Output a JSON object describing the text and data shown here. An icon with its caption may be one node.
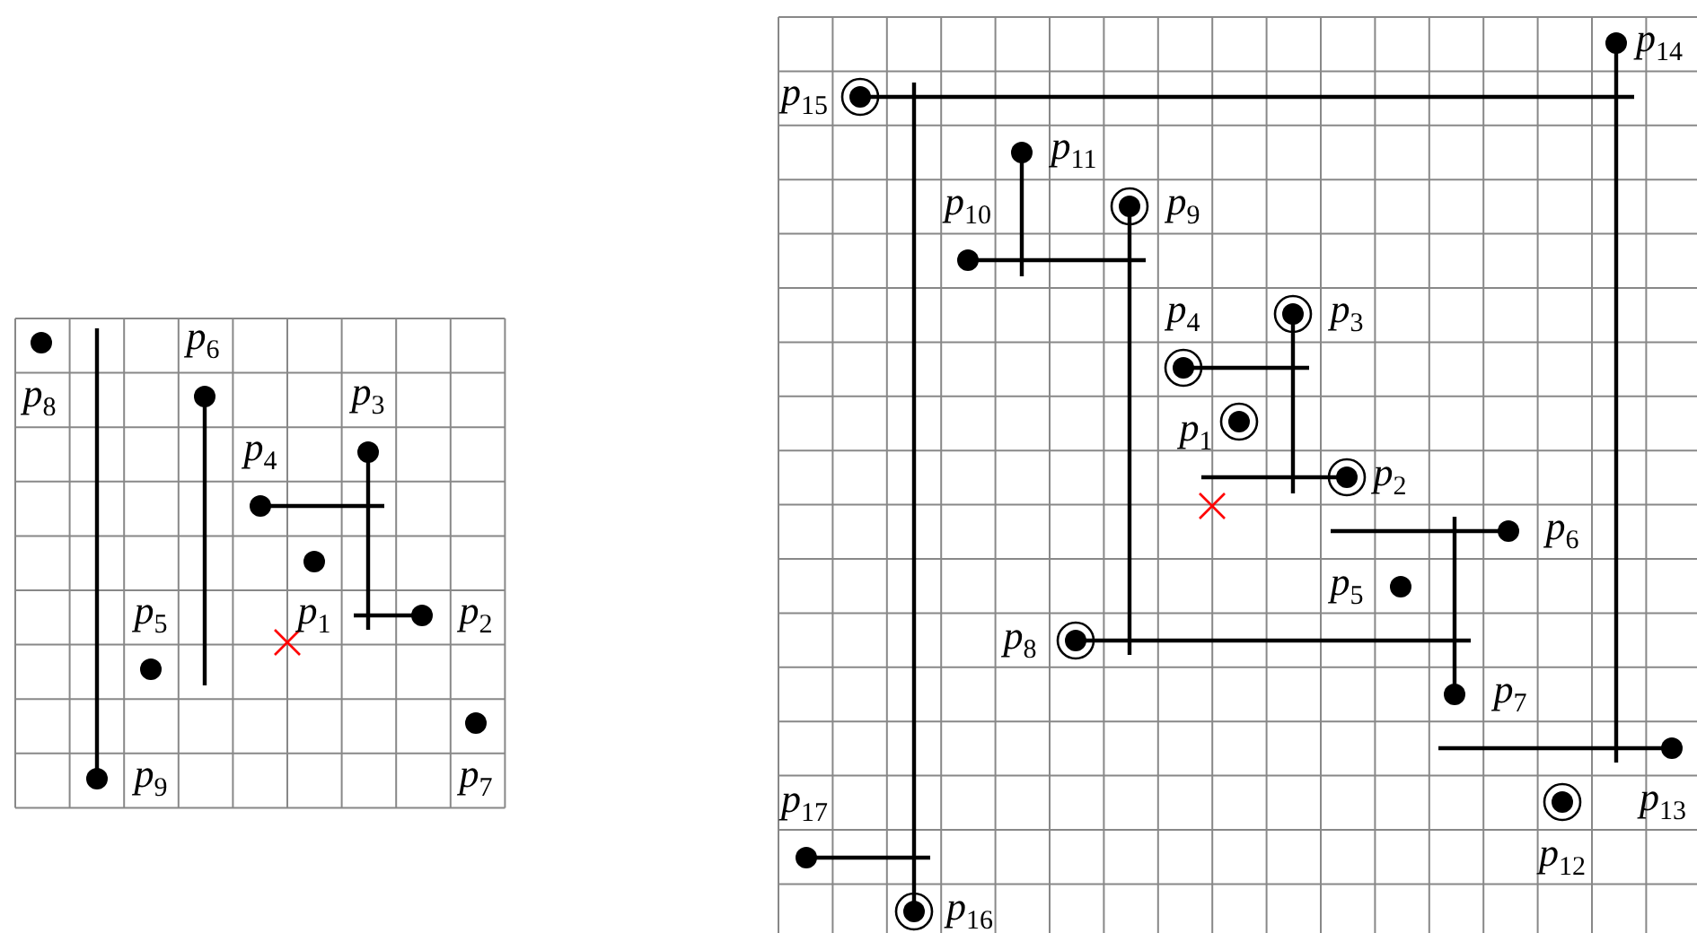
{
  "diagram": {
    "labels": [
      "p$_{6}$",
      "p$_{8}$",
      "p$_{3}$",
      "p$_{4}$",
      "p$_{1}$",
      "p$_{5}$",
      "p$_{2}$",
      "p$_{9}$",
      "p$_{7}$",
      "p$_{14}$",
      "p$_{15}$",
      "p$_{11}$",
      "p$_{10}$",
      "p$_{9}$",
      "p$_{4}$",
      "p$_{3}$",
      "p$_{1}$",
      "p$_{2}$",
      "p$_{6}$",
      "p$_{5}$",
      "p$_{8}$",
      "p$_{7}$",
      "p$_{13}$",
      "p$_{17}$",
      "p$_{12}$",
      "p$_{16}$"
    ]
  }
}
